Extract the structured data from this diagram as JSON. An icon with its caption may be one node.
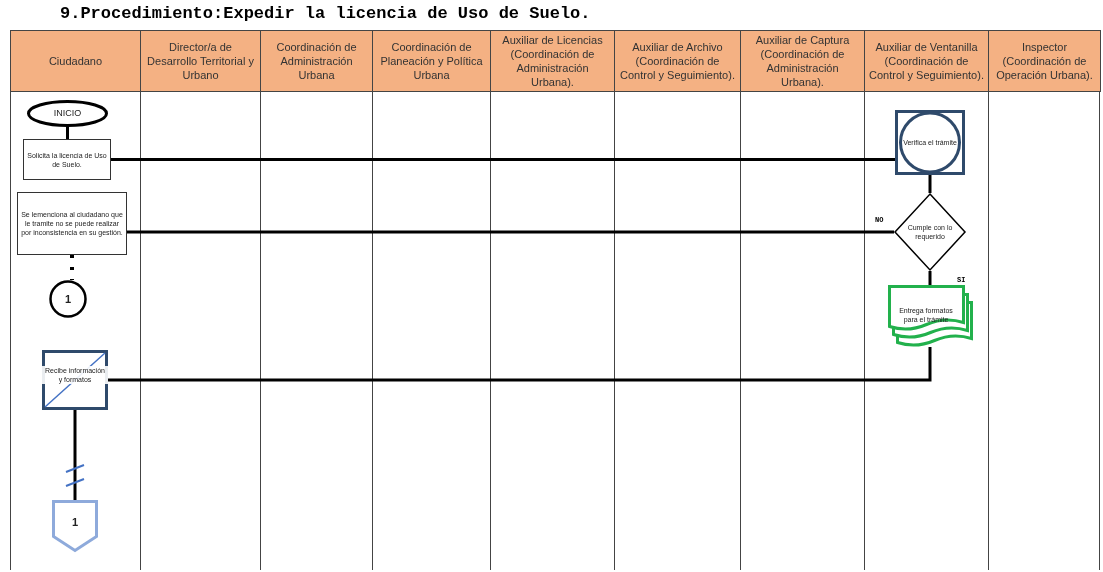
{
  "diagram": {
    "title": "9.Procedimiento:Expedir la licencia de Uso de Suelo.",
    "nodes": [
      {
        "text": [
          "INICIO"
        ]
      },
      {
        "text": [
          "Solicita la licencia de Uso de Suelo."
        ]
      },
      {
        "text": [
          "Se lemenciona al ciudadano que le tramite no se puede realizar por inconsistencia en su gestión."
        ]
      },
      {
        "text": [
          "1"
        ]
      },
      {
        "text": [
          "Recibe información y formatos"
        ]
      },
      {
        "text": [
          "1"
        ]
      },
      {
        "text": [
          "Verifica el trámite"
        ]
      },
      {
        "text": [
          "Cumple con lo requerido"
        ]
      },
      {
        "text": [
          "Entrega formatos para el trámite"
        ]
      }
    ],
    "edges": [
      {
        "from": 0,
        "to": 1,
        "arrow": "none"
      },
      {
        "from": 1,
        "to": 6,
        "arrow": "none"
      },
      {
        "from": 6,
        "to": 7,
        "arrow": "none"
      },
      {
        "from": 7,
        "to": 2,
        "arrow": "none",
        "label": "NO"
      },
      {
        "from": 7,
        "to": 8,
        "arrow": "none",
        "label": "SI"
      },
      {
        "from": 8,
        "to": 4,
        "arrow": "none"
      },
      {
        "from": 2,
        "to": 3,
        "arrow": "none",
        "style": "dashed"
      },
      {
        "from": 4,
        "to": 5,
        "arrow": "none"
      }
    ],
    "labels": [
      "Ciudadano",
      "Director/a de Desarrollo Territorial y Urbano",
      "Coordinación de Administración Urbana",
      "Coordinación de Planeación y Política Urbana",
      "Auxiliar de Licencias (Coordinación de Administración Urbana).",
      "Auxiliar de Archivo (Coordinación de Control y Seguimiento).",
      "Auxiliar de Captura (Coordinación de Administración Urbana).",
      "Auxiliar de Ventanilla (Coordinación de Control y Seguimiento).",
      "Inspector (Coordinación de Operación Urbana)."
    ]
  }
}
